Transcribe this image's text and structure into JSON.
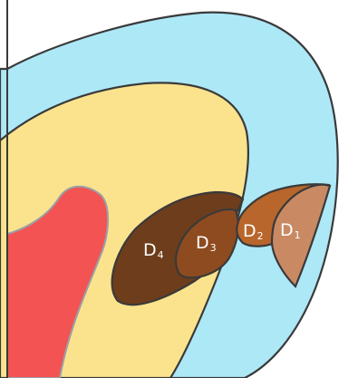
{
  "colors": {
    "outer_layer": "#ade8f7",
    "middle_layer": "#fbe38e",
    "inner_region": "#f35353",
    "d1": "#c98a63",
    "d2": "#b8662c",
    "d3": "#8e4b1f",
    "d4": "#6e3d1b",
    "outline": "#3a3a3a"
  },
  "labels": {
    "d1": {
      "main": "D",
      "sub": "1"
    },
    "d2": {
      "main": "D",
      "sub": "2"
    },
    "d3": {
      "main": "D",
      "sub": "3"
    },
    "d4": {
      "main": "D",
      "sub": "4"
    }
  }
}
